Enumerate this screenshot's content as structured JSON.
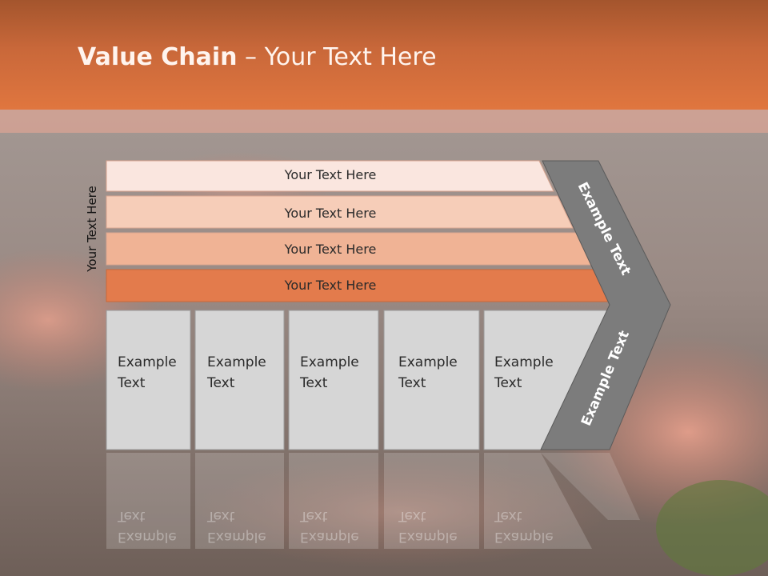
{
  "slide": {
    "title_bold": "Value Chain",
    "title_rest": " – Your Text Here"
  },
  "side_label": "Your Text Here",
  "bars": [
    {
      "label": "Your Text Here",
      "color": "#fae6df"
    },
    {
      "label": "Your Text Here",
      "color": "#f6cdb8"
    },
    {
      "label": "Your Text Here",
      "color": "#f0b395"
    },
    {
      "label": "Your Text Here",
      "color": "#e37b4c"
    }
  ],
  "boxes": [
    {
      "line1": "Example",
      "line2": "Text"
    },
    {
      "line1": "Example",
      "line2": "Text"
    },
    {
      "line1": "Example",
      "line2": "Text"
    },
    {
      "line1": "Example",
      "line2": "Text"
    },
    {
      "line1": "Example",
      "line2": "Text"
    }
  ],
  "arrow": {
    "upper_label": "Example Text",
    "lower_label": "Example Text",
    "color": "#7c7c7c"
  },
  "colors": {
    "header": "#e0763f",
    "box_fill": "#d6d6d6"
  }
}
